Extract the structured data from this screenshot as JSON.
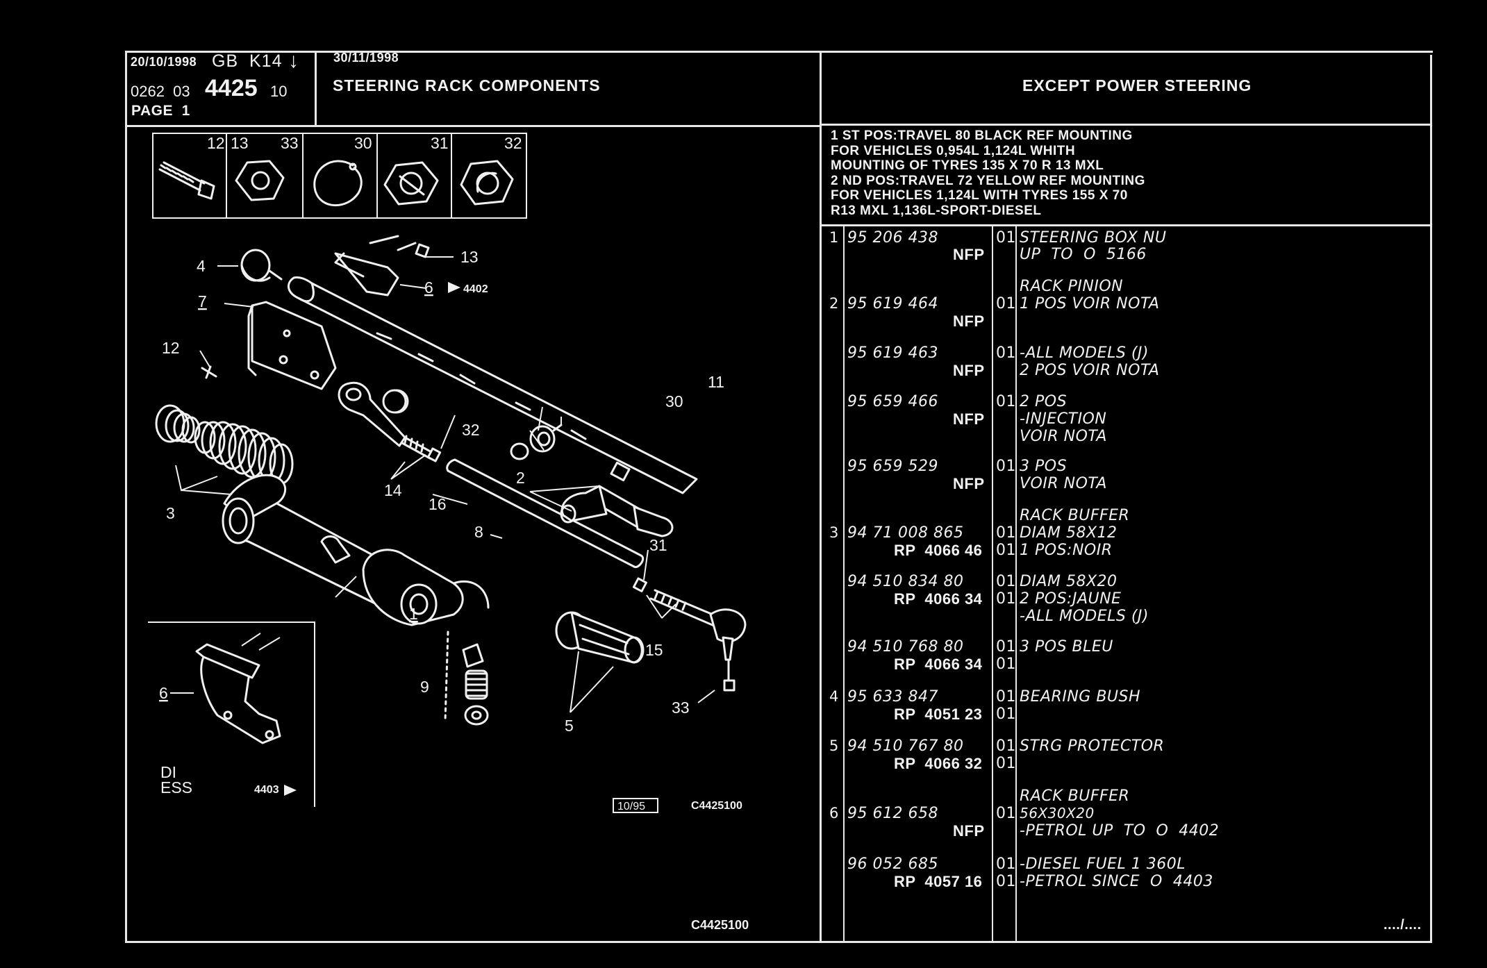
{
  "header": {
    "date1": "20/10/1998",
    "code1": "GB  K14",
    "arrow": "↓",
    "ref_left": "0262  03",
    "ref_big": "4425",
    "ref_right": "10",
    "page": "PAGE  1",
    "date2": "30/11/1998",
    "title": "STEERING RACK COMPONENTS",
    "condition": "EXCEPT POWER STEERING"
  },
  "description": [
    "1 ST POS:TRAVEL 80 BLACK REF MOUNTING",
    "FOR VEHICLES 0,954L 1,124L WHITH",
    "MOUNTING OF TYRES 135 X 70 R 13 MXL",
    "2 ND POS:TRAVEL 72 YELLOW REF MOUNTING",
    "FOR VEHICLES 1,124L WITH TYRES 155 X 70",
    "R13 MXL 1,136L-SPORT-DIESEL"
  ],
  "legend_parts": [
    "12",
    "13",
    "33",
    "30",
    "31",
    "32"
  ],
  "diagram": {
    "callouts": [
      "4",
      "7",
      "6",
      "13",
      "12",
      "3",
      "14",
      "32",
      "2",
      "16",
      "30",
      "11",
      "8",
      "1",
      "31",
      "15",
      "9",
      "5",
      "33"
    ],
    "ref_6402": "4402",
    "inset_label_1": "DI",
    "inset_label_2": "ESS",
    "inset_ref": "4403",
    "inset_callout": "6",
    "date_box": "10/95",
    "image_code": "C4425100",
    "image_code_bottom": "C4425100"
  },
  "parts": [
    {
      "item": "1",
      "lines": [
        {
          "ref": "95 206 438",
          "qty": "01",
          "desc": "STEERING BOX NU"
        },
        {
          "ref": "NFP",
          "qty": "",
          "desc": "UP  TO  O  5166"
        }
      ]
    },
    {
      "item": "",
      "lines": [
        {
          "ref": "",
          "qty": "",
          "desc": "RACK PINION"
        }
      ]
    },
    {
      "item": "2",
      "lines": [
        {
          "ref": "95 619 464",
          "qty": "01",
          "desc": "1 POS VOIR NOTA"
        },
        {
          "ref": "NFP",
          "qty": "",
          "desc": ""
        }
      ]
    },
    {
      "item": "",
      "lines": [
        {
          "ref": "95 619 463",
          "qty": "01",
          "desc": "-ALL MODELS (J)"
        },
        {
          "ref": "NFP",
          "qty": "",
          "desc": "2 POS VOIR NOTA"
        }
      ]
    },
    {
      "item": "",
      "lines": [
        {
          "ref": "95 659 466",
          "qty": "01",
          "desc": "2 POS"
        },
        {
          "ref": "NFP",
          "qty": "",
          "desc": "-INJECTION"
        },
        {
          "ref": "",
          "qty": "",
          "desc": "VOIR NOTA"
        }
      ]
    },
    {
      "item": "",
      "lines": [
        {
          "ref": "95 659 529",
          "qty": "01",
          "desc": "3 POS"
        },
        {
          "ref": "NFP",
          "qty": "",
          "desc": "VOIR NOTA"
        }
      ]
    },
    {
      "item": "",
      "lines": [
        {
          "ref": "",
          "qty": "",
          "desc": "RACK BUFFER"
        }
      ]
    },
    {
      "item": "3",
      "lines": [
        {
          "ref": "94 71 008 865",
          "qty": "01",
          "desc": "DIAM 58X12"
        },
        {
          "ref": "RP  4066 46",
          "qty": "01",
          "desc": "1 POS:NOIR"
        }
      ]
    },
    {
      "item": "",
      "lines": [
        {
          "ref": "94 510 834 80",
          "qty": "01",
          "desc": "DIAM 58X20"
        },
        {
          "ref": "RP  4066 34",
          "qty": "01",
          "desc": "2 POS:JAUNE"
        },
        {
          "ref": "",
          "qty": "",
          "desc": "-ALL MODELS (J)"
        }
      ]
    },
    {
      "item": "",
      "lines": [
        {
          "ref": "94 510 768 80",
          "qty": "01",
          "desc": "3 POS BLEU"
        },
        {
          "ref": "RP  4066 34",
          "qty": "01",
          "desc": ""
        }
      ]
    },
    {
      "item": "4",
      "lines": [
        {
          "ref": "95 633 847",
          "qty": "01",
          "desc": "BEARING BUSH"
        },
        {
          "ref": "RP  4051 23",
          "qty": "01",
          "desc": ""
        }
      ]
    },
    {
      "item": "5",
      "lines": [
        {
          "ref": "94 510 767 80",
          "qty": "01",
          "desc": "STRG PROTECTOR"
        },
        {
          "ref": "RP  4066 32",
          "qty": "01",
          "desc": ""
        }
      ]
    },
    {
      "item": "",
      "lines": [
        {
          "ref": "",
          "qty": "",
          "desc": "RACK BUFFER"
        }
      ]
    },
    {
      "item": "6",
      "lines": [
        {
          "ref": "95 612 658",
          "qty": "01",
          "desc": "56X30X20"
        },
        {
          "ref": "NFP",
          "qty": "",
          "desc": "-PETROL UP  TO  O  4402"
        }
      ]
    },
    {
      "item": "",
      "lines": [
        {
          "ref": "96 052 685",
          "qty": "01",
          "desc": "-DIESEL FUEL 1 360L"
        },
        {
          "ref": "RP  4057 16",
          "qty": "01",
          "desc": "-PETROL SINCE  O  4403"
        }
      ]
    }
  ],
  "continuation": "..../...."
}
